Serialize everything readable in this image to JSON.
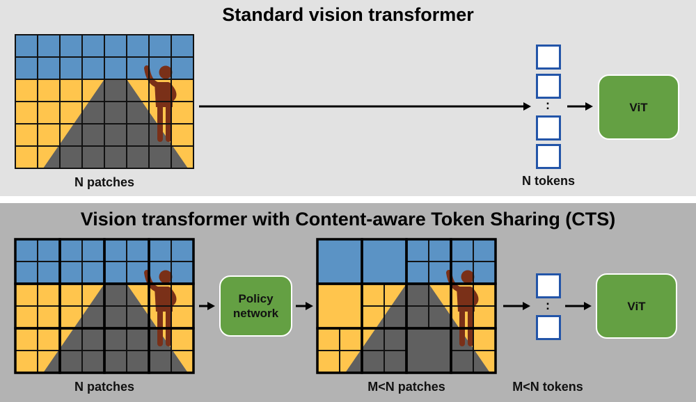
{
  "colors": {
    "top_panel_bg": "#e2e2e2",
    "bottom_panel_bg": "#b3b3b3",
    "sky": "#5b93c5",
    "ground": "#ffc54d",
    "road": "#606060",
    "person": "#7a3018",
    "network_box": "#64a043",
    "token_border": "#2355a8"
  },
  "top": {
    "title": "Standard vision transformer",
    "patches_label": "N patches",
    "tokens_label": "N tokens",
    "token_ellipsis": ":",
    "vit_label": "ViT",
    "grid": {
      "cols": 8,
      "rows": 6,
      "sky_rows": 2
    },
    "token_count_shown": 4
  },
  "bottom": {
    "title": "Vision transformer with Content-aware Token Sharing (CTS)",
    "input_patches_label": "N patches",
    "policy_label_line1": "Policy",
    "policy_label_line2": "network",
    "output_patches_label": "M<N patches",
    "tokens_label": "M<N tokens",
    "token_ellipsis": ":",
    "vit_label": "ViT",
    "grid": {
      "cols": 8,
      "rows": 6,
      "sky_rows": 2,
      "superpatch_size": 2
    },
    "shared_superpatches": [
      {
        "row": 0,
        "col": 0
      },
      {
        "row": 0,
        "col": 1
      },
      {
        "row": 1,
        "col": 0
      },
      {
        "row": 2,
        "col": 2
      }
    ],
    "token_count_shown": 2
  }
}
